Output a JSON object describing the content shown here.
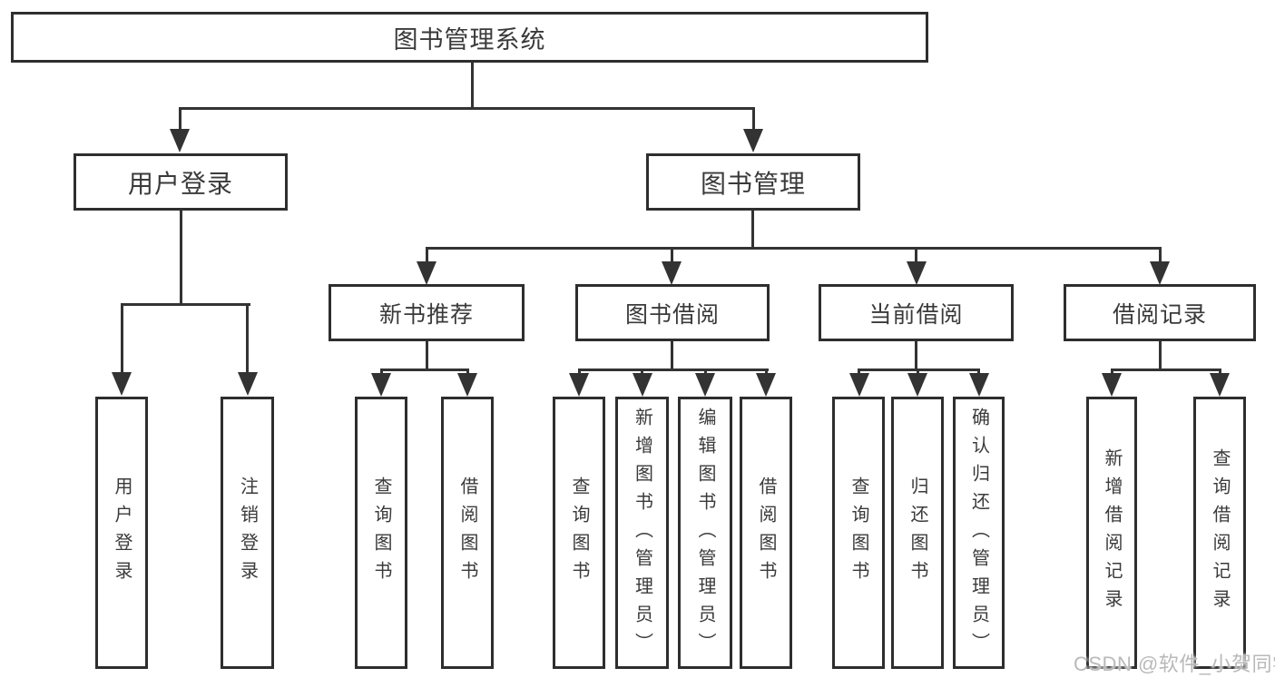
{
  "tree": {
    "label": "图书管理系统",
    "children": [
      {
        "label": "用户登录",
        "children": [
          {
            "label": "用户登录"
          },
          {
            "label": "注销登录"
          }
        ]
      },
      {
        "label": "图书管理",
        "children": [
          {
            "label": "新书推荐",
            "children": [
              {
                "label": "查询图书"
              },
              {
                "label": "借阅图书"
              }
            ]
          },
          {
            "label": "图书借阅",
            "children": [
              {
                "label": "查询图书"
              },
              {
                "label": "新增图书（管理员）"
              },
              {
                "label": "编辑图书（管理员）"
              },
              {
                "label": "借阅图书"
              }
            ]
          },
          {
            "label": "当前借阅",
            "children": [
              {
                "label": "查询图书"
              },
              {
                "label": "归还图书"
              },
              {
                "label": "确认归还（管理员）"
              }
            ]
          },
          {
            "label": "借阅记录",
            "children": [
              {
                "label": "新增借阅记录"
              },
              {
                "label": "查询借阅记录"
              }
            ]
          }
        ]
      }
    ]
  },
  "watermark": "CSDN @软件_小贺同学",
  "colors": {
    "line": "#333333",
    "box_border": "#2e2e2e",
    "text": "#3a3a3a",
    "watermark": "#b9b9b9",
    "background": "#ffffff"
  }
}
